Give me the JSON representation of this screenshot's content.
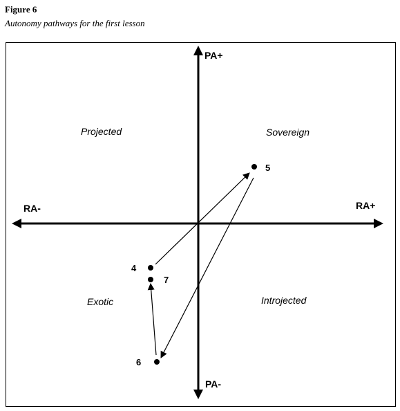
{
  "figure": {
    "label": "Figure 6",
    "caption": "Autonomy pathways for the first lesson"
  },
  "axes": {
    "top": "PA+",
    "bottom": "PA-",
    "left": "RA-",
    "right": "RA+"
  },
  "quadrants": {
    "top_left": "Projected",
    "top_right": "Sovereign",
    "bottom_left": "Exotic",
    "bottom_right": "Introjected"
  },
  "points": [
    {
      "id": "4",
      "label": "4"
    },
    {
      "id": "5",
      "label": "5"
    },
    {
      "id": "6",
      "label": "6"
    },
    {
      "id": "7",
      "label": "7"
    }
  ],
  "pathway": [
    "4",
    "5",
    "6",
    "7"
  ]
}
